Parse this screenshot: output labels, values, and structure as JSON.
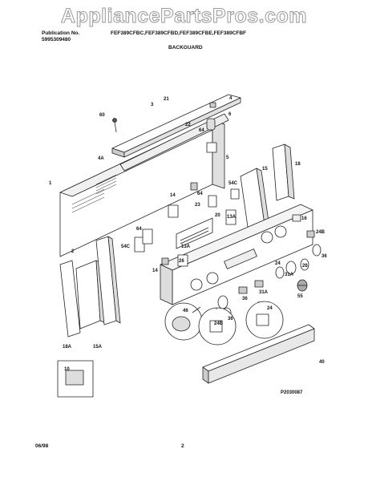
{
  "watermark": "AppliancePartsPros.com",
  "header": {
    "pub_label": "Publication No.",
    "pub_number": "5995309480",
    "models": "FEF389CFBC,FEF389CFBD,FEF389CFBE,FEF389CFBF",
    "section": "BACKGUARD"
  },
  "labels": [
    "60",
    "3",
    "21",
    "4",
    "6",
    "22",
    "64",
    "5",
    "15",
    "18",
    "4A",
    "1",
    "14",
    "64",
    "54C",
    "20",
    "13A",
    "23",
    "16",
    "24B",
    "54C",
    "64",
    "13A",
    "24",
    "26",
    "36",
    "31A",
    "14",
    "26",
    "2",
    "31A",
    "36",
    "24",
    "55",
    "46",
    "24B",
    "36",
    "40",
    "18A",
    "15A",
    "10",
    "P2030087"
  ],
  "footer": {
    "date": "06/98",
    "page": "2"
  }
}
